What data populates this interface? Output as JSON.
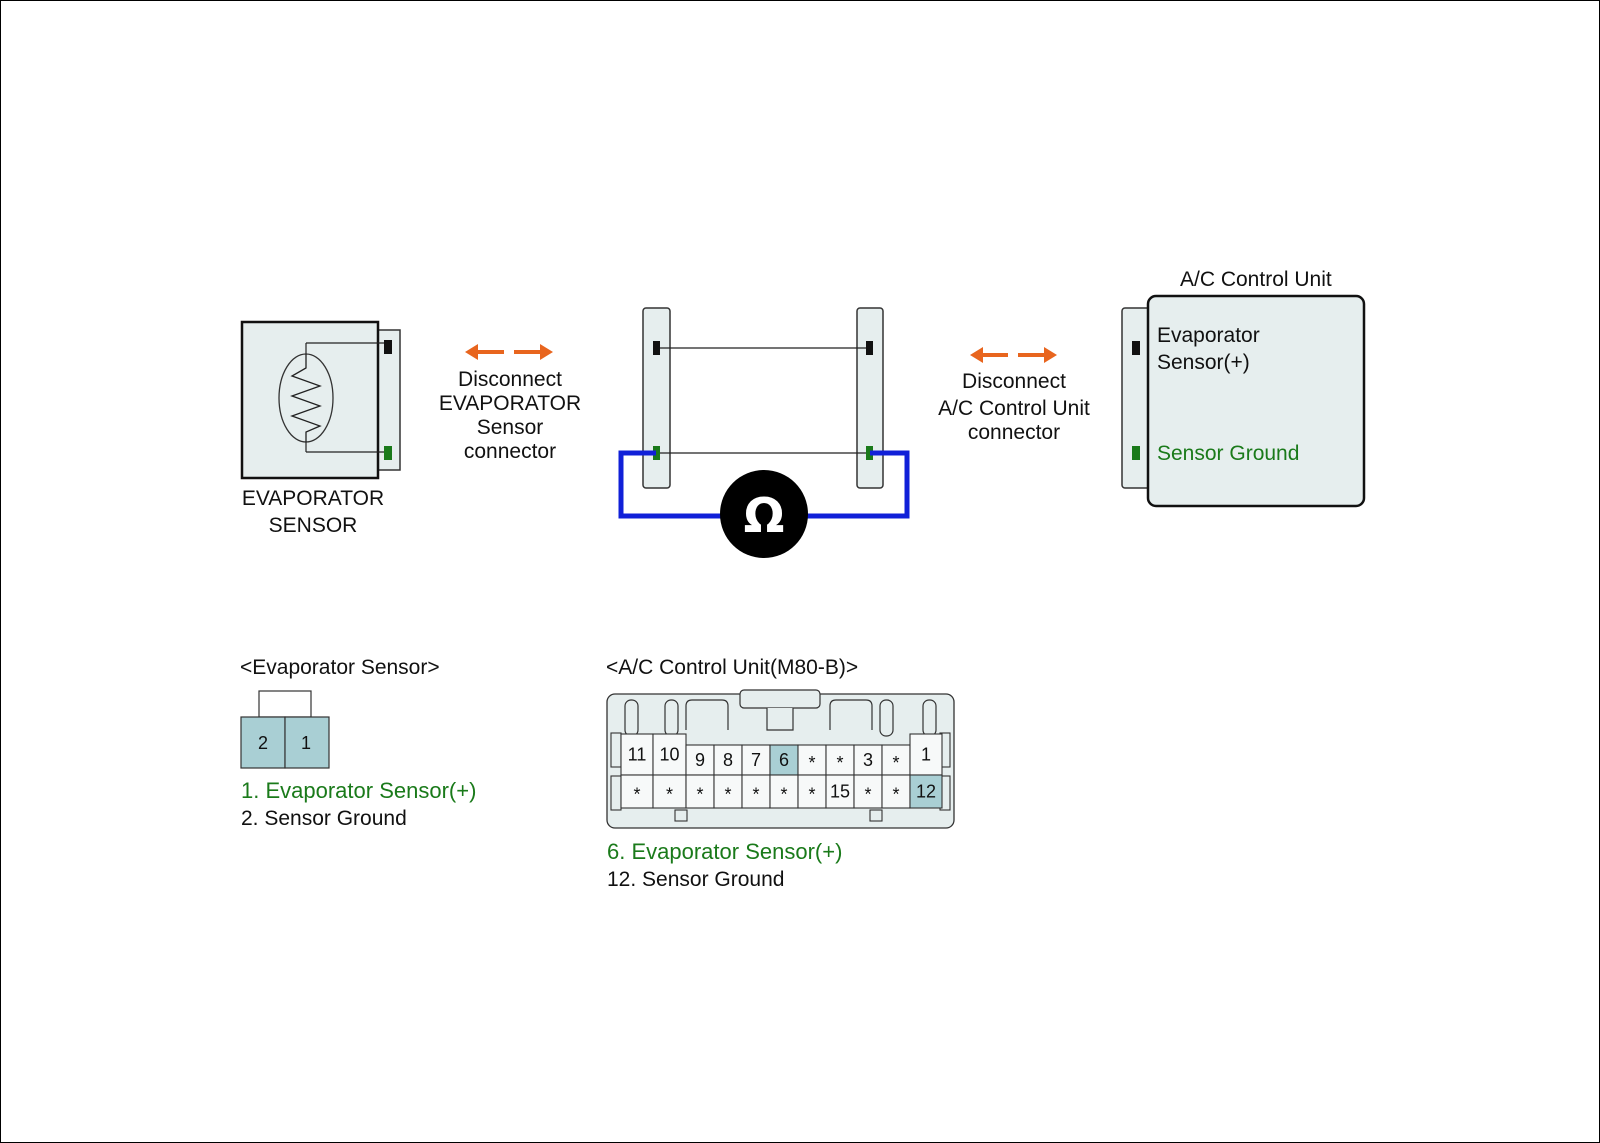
{
  "evap_sensor": {
    "label_line1": "EVAPORATOR",
    "label_line2": "SENSOR"
  },
  "disconnect_left": {
    "line1": "Disconnect",
    "line2": "EVAPORATOR",
    "line3": "Sensor",
    "line4": "connector"
  },
  "disconnect_right": {
    "line1": "Disconnect",
    "line2": "A/C Control Unit",
    "line3": "connector"
  },
  "ohmmeter": {
    "symbol": "Ω"
  },
  "ac_unit": {
    "title": "A/C Control Unit",
    "pin_plus_line1": "Evaporator",
    "pin_plus_line2": "Sensor(+)",
    "pin_ground": "Sensor Ground"
  },
  "legend_evap": {
    "title": "<Evaporator Sensor>",
    "pins": [
      "2",
      "1"
    ],
    "item1": "1. Evaporator Sensor(+)",
    "item2": "2. Sensor Ground"
  },
  "legend_ac": {
    "title": "<A/C Control Unit(M80-B)>",
    "top_row": [
      "11",
      "10",
      "9",
      "8",
      "7",
      "6",
      "*",
      "*",
      "3",
      "*",
      "1"
    ],
    "bottom_row": [
      "*",
      "*",
      "*",
      "*",
      "*",
      "*",
      "*",
      "15",
      "*",
      "*",
      "12"
    ],
    "item1": "6. Evaporator Sensor(+)",
    "item2": "12. Sensor Ground"
  },
  "colors": {
    "arrow": "#e8651e",
    "meter_wire": "#1020d8",
    "pin_green": "#1a7a1a",
    "highlight": "#a9cfd4",
    "body_fill": "#e6eeee"
  }
}
